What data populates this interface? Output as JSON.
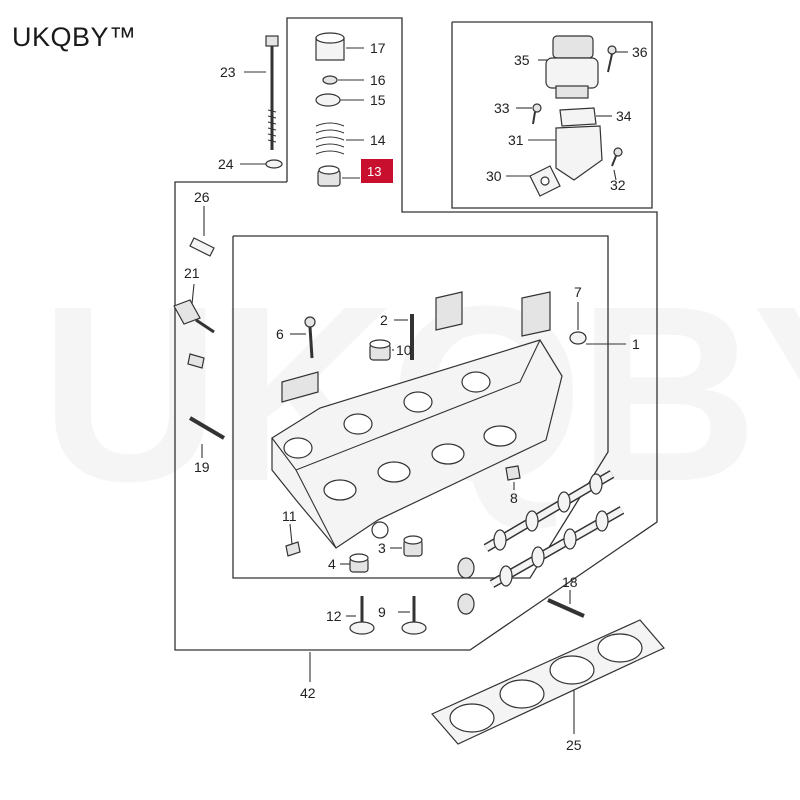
{
  "brand": "UKQBY™",
  "watermark": "UKQBY™",
  "highlighted_part": "13",
  "part_labels": [
    "1",
    "2",
    "3",
    "4",
    "6",
    "7",
    "8",
    "9",
    "10",
    "11",
    "12",
    "14",
    "15",
    "16",
    "17",
    "18",
    "19",
    "21",
    "23",
    "24",
    "25",
    "26",
    "30",
    "31",
    "32",
    "33",
    "34",
    "35",
    "36",
    "42"
  ]
}
